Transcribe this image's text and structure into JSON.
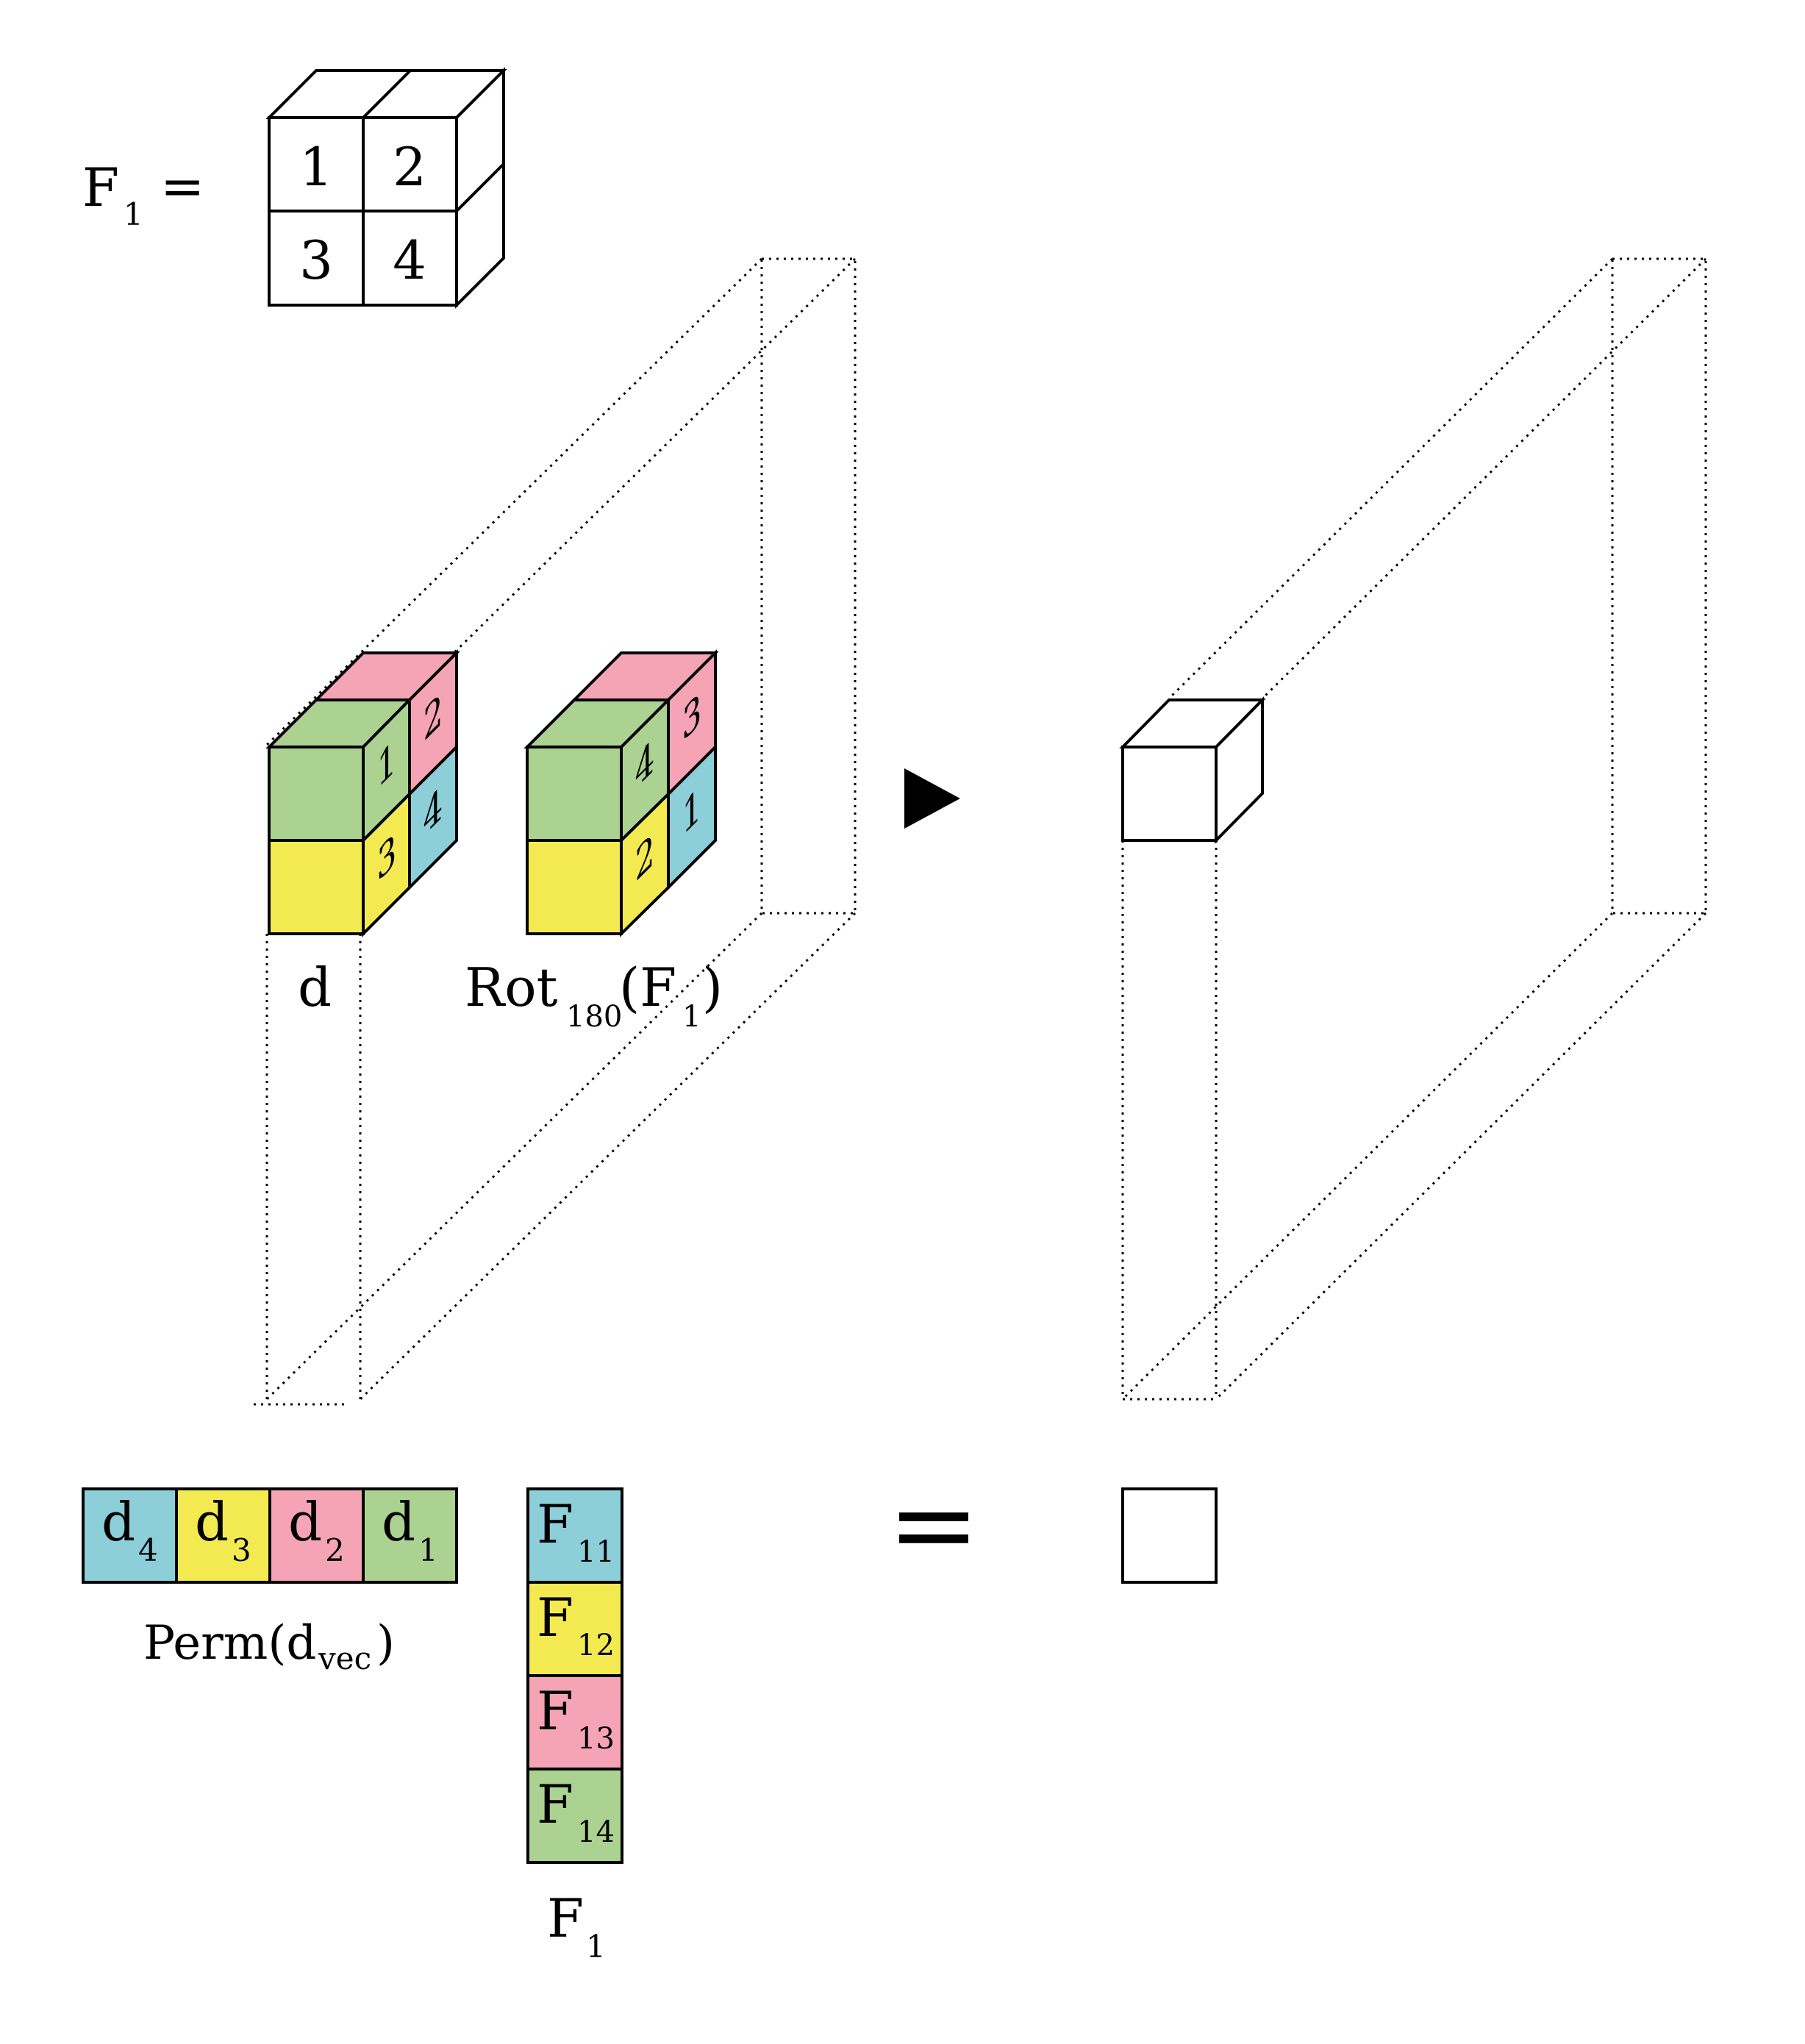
{
  "colors": {
    "blue": "#8ccfd9",
    "yellow": "#f3ea52",
    "pink": "#f4a4b4",
    "green": "#acd291",
    "white": "#ffffff",
    "stroke": "#000000"
  },
  "filter_def": {
    "lhs": "F",
    "lhs_sub": "1",
    "equals": "=",
    "cells": [
      "1",
      "2",
      "3",
      "4"
    ]
  },
  "cube_d": {
    "label": "d",
    "face_numbers": [
      "1",
      "2",
      "3",
      "4"
    ]
  },
  "cube_rot": {
    "label": "Rot",
    "label_sub": "180",
    "label_arg": "(F",
    "label_arg_sub": "1",
    "label_close": ")",
    "face_numbers": [
      "4",
      "3",
      "2",
      "1"
    ]
  },
  "perm_vector": {
    "cells": [
      {
        "main": "d",
        "sub": "4",
        "color": "blue"
      },
      {
        "main": "d",
        "sub": "3",
        "color": "yellow"
      },
      {
        "main": "d",
        "sub": "2",
        "color": "pink"
      },
      {
        "main": "d",
        "sub": "1",
        "color": "green"
      }
    ],
    "label": "Perm(d",
    "label_sub": "vec",
    "label_close": ")"
  },
  "f_vector": {
    "cells": [
      {
        "main": "F",
        "sub": "11",
        "color": "blue"
      },
      {
        "main": "F",
        "sub": "12",
        "color": "yellow"
      },
      {
        "main": "F",
        "sub": "13",
        "color": "pink"
      },
      {
        "main": "F",
        "sub": "14",
        "color": "green"
      }
    ],
    "label": "F",
    "label_sub": "1"
  },
  "equals_sign": "="
}
